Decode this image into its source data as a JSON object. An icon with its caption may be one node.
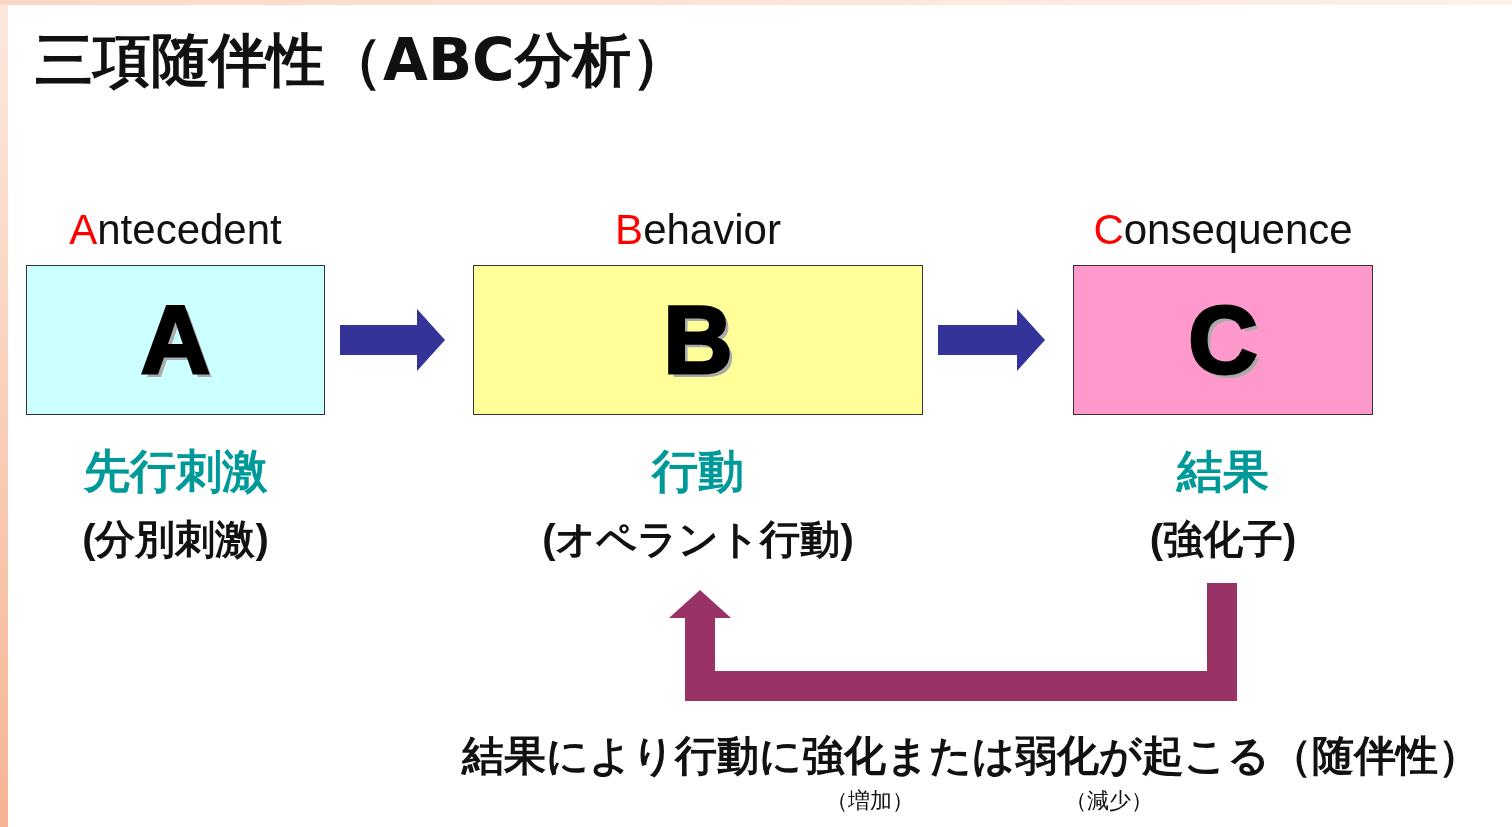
{
  "diagram": {
    "title": "三項随伴性（ABC分析）",
    "nodes": [
      {
        "text": [
          "Antecedent",
          "A"
        ],
        "beside": [
          "先行刺激",
          "(分別刺激)"
        ]
      },
      {
        "text": [
          "Behavior",
          "B"
        ],
        "beside": [
          "行動",
          "(オペラント行動)"
        ]
      },
      {
        "text": [
          "Consequence",
          "C"
        ],
        "beside": [
          "結果",
          "(強化子)"
        ]
      }
    ],
    "edges": [
      {
        "from": 0,
        "to": 1,
        "arrow": "to"
      },
      {
        "from": 1,
        "to": 2,
        "arrow": "to"
      },
      {
        "from": 2,
        "to": 1,
        "arrow": "to",
        "color": "#993366"
      }
    ],
    "labels": [
      "結果により行動に強化または弱化が起こる（随伴性）",
      "（増加）",
      "（減少）"
    ]
  }
}
